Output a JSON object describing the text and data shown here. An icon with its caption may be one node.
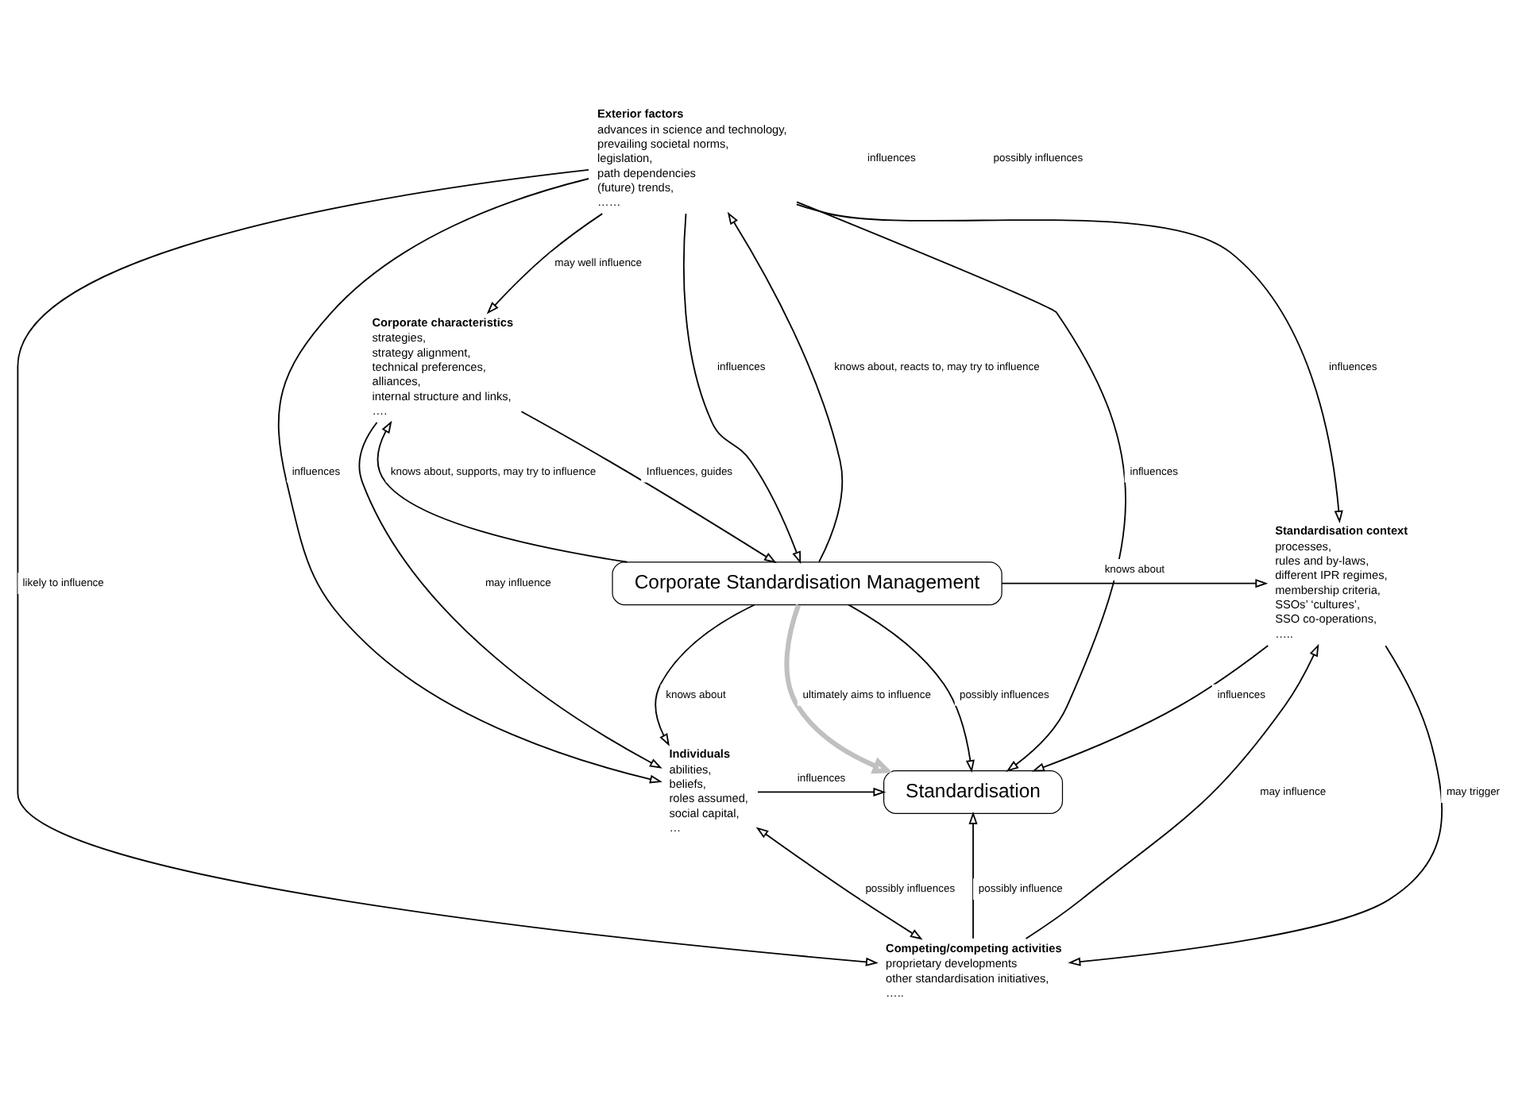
{
  "diagram": {
    "nodes": [
      {
        "text": [
          "Corporate characteristics",
          "strategies,",
          "strategy alignment,",
          "technical preferences,",
          "alliances,",
          "internal structure and links,",
          "…."
        ]
      },
      {
        "text": [
          "Exterior factors",
          "advances in science and technology,",
          "prevailing societal norms,",
          "legislation,",
          "path dependencies",
          "(future) trends,",
          "……"
        ]
      },
      {
        "text": [
          "Corporate Standardisation Management"
        ]
      },
      {
        "text": [
          "Standardisation context",
          "processes,",
          "rules and by-laws,",
          "different IPR regimes,",
          "membership criteria,",
          "SSOs’ ‘cultures’,",
          "SSO co-operations,",
          "….."
        ]
      },
      {
        "text": [
          "Standardisation"
        ]
      },
      {
        "text": [
          "Individuals",
          "abilities,",
          "beliefs,",
          "roles assumed,",
          "social capital,",
          "…"
        ]
      },
      {
        "text": [
          "Competing/competing activities",
          "proprietary developments",
          "other standardisation initiatives,",
          "….."
        ]
      }
    ],
    "edges": [
      {
        "from": 1,
        "to": 3,
        "arrow": "to",
        "label": "influences"
      },
      {
        "from": 0,
        "to": 5,
        "arrow": "to",
        "label": "may influence"
      },
      {
        "from": 1,
        "to": 0,
        "arrow": "to",
        "label": "may well influence"
      },
      {
        "from": 2,
        "to": 1,
        "arrow": "to",
        "label": "knows about, reacts to, may try to influence"
      },
      {
        "from": 2,
        "to": 0,
        "arrow": "to",
        "label": "knows about, supports, may try to influence"
      },
      {
        "from": 0,
        "to": 2,
        "arrow": "to",
        "label": "Influences, guides"
      },
      {
        "from": 1,
        "to": 2,
        "arrow": "to",
        "label": "influences"
      },
      {
        "from": 1,
        "to": 4,
        "arrow": "to",
        "label": "influences"
      },
      {
        "from": 1,
        "to": 5,
        "arrow": "to",
        "label": "influences"
      },
      {
        "from": 1,
        "to": 6,
        "arrow": "to",
        "label": "likely to influence"
      },
      {
        "from": 2,
        "to": 5,
        "arrow": "to",
        "label": "knows about"
      },
      {
        "from": 5,
        "to": 4,
        "arrow": "to",
        "label": "influences"
      },
      {
        "from": 5,
        "to": 6,
        "arrow": "both",
        "label": "possibly influences"
      },
      {
        "from": 2,
        "to": 4,
        "arrow": "to",
        "label": "ultimately aims to influence",
        "style": "thick",
        "color": "#c0c0c0"
      },
      {
        "from": 2,
        "to": 3,
        "arrow": "to",
        "label": "knows about"
      },
      {
        "from": 2,
        "to": 4,
        "arrow": "to",
        "label": "possibly influences"
      },
      {
        "from": 3,
        "to": 4,
        "arrow": "to",
        "label": "influences"
      },
      {
        "from": 3,
        "to": 6,
        "arrow": "to",
        "label": "may trigger"
      },
      {
        "from": 6,
        "to": 3,
        "arrow": "to",
        "label": "may influence"
      },
      {
        "from": 6,
        "to": 4,
        "arrow": "to",
        "label": "possibly influence"
      }
    ],
    "labels": [
      "influences",
      "possibly influences"
    ]
  }
}
